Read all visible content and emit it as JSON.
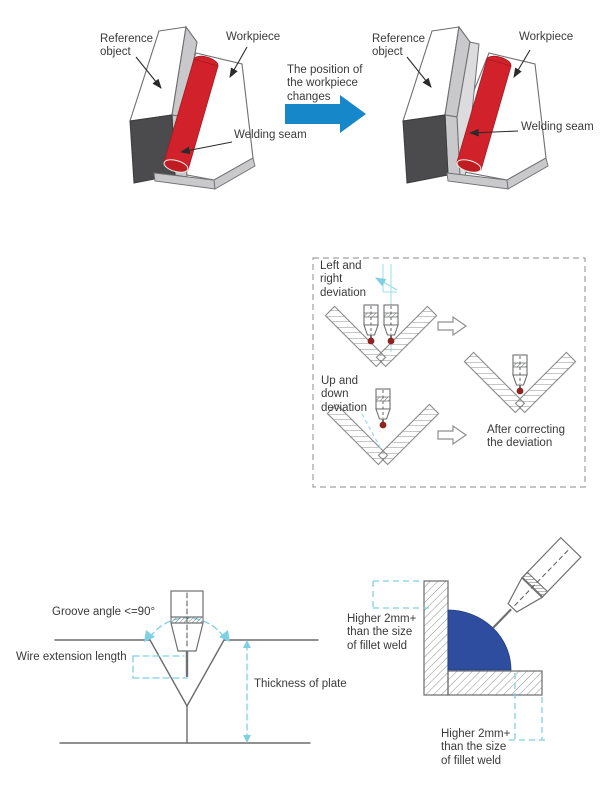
{
  "figure_top_left": {
    "reference_label": "Reference\nobject",
    "workpiece_label": "Workpiece",
    "seam_label": "Welding seam"
  },
  "transition": {
    "text": "The position of\nthe workpiece\nchanges"
  },
  "figure_top_right": {
    "reference_label": "Reference\nobject",
    "workpiece_label": "Workpiece",
    "seam_label": "Welding seam"
  },
  "deviation_panel": {
    "left_right_label": "Left and\nright\ndeviation",
    "up_down_label": "Up and\ndown\ndeviation",
    "after_label": "After correcting\nthe deviation"
  },
  "groove_figure": {
    "angle_label": "Groove angle <=90°",
    "wire_label": "Wire extension length",
    "thickness_label": "Thickness of plate"
  },
  "fillet_figure": {
    "top_label": "Higher 2mm+\nthan the size\nof fillet weld",
    "bottom_label": "Higher 2mm+\nthan the size\nof fillet weld"
  },
  "colors": {
    "seam_red": "#d1222b",
    "seam_red_dark": "#c01d23",
    "arrow_blue": "#1687c9",
    "weld_blue": "#2e4d9e",
    "dimension_cyan": "#7fd0e2",
    "deviation_cyan": "#9adde9",
    "dark_gray": "#4b4b4d",
    "light_gray": "#c9c9cb",
    "outline_gray": "#6f7072",
    "torch_dot_red": "#8f231f",
    "text": "#3a3a3a"
  }
}
